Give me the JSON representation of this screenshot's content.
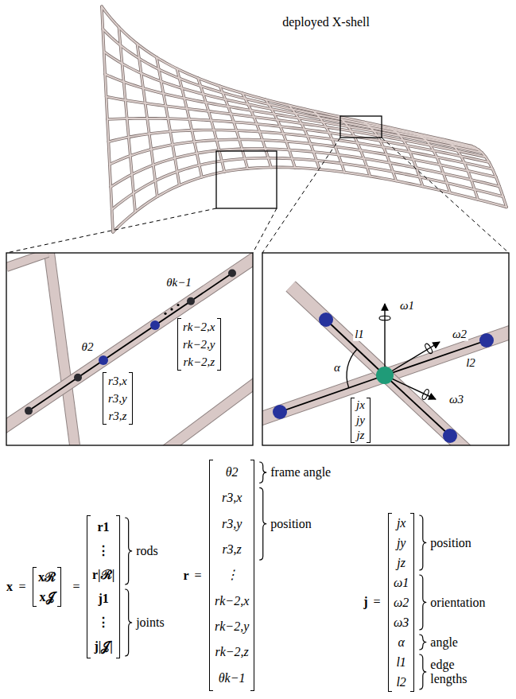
{
  "diagram": {
    "labels": [
      "deployed X-shell",
      "θ2",
      "θk−1",
      "r3,x",
      "r3,y",
      "r3,z",
      "rk−2,x",
      "rk−2,y",
      "rk−2,z",
      "ω1",
      "ω2",
      "l1",
      "α",
      "l2",
      "ω3",
      "jx",
      "jy",
      "jz",
      "x",
      "=",
      "xℛ",
      "x𝒥",
      "=",
      "r1",
      "⋮",
      "r|ℛ|",
      "j1",
      "⋮",
      "j|𝒥|",
      "rods",
      "joints",
      "r",
      "=",
      "θ2",
      "r3,x",
      "r3,y",
      "r3,z",
      "⋮",
      "rk−2,x",
      "rk−2,y",
      "rk−2,z",
      "θk−1",
      "frame angle",
      "position",
      "j",
      "=",
      "jx",
      "jy",
      "jz",
      "ω1",
      "ω2",
      "ω3",
      "α",
      "l1",
      "l2",
      "position",
      "orientation",
      "angle",
      "edge lengths"
    ]
  }
}
